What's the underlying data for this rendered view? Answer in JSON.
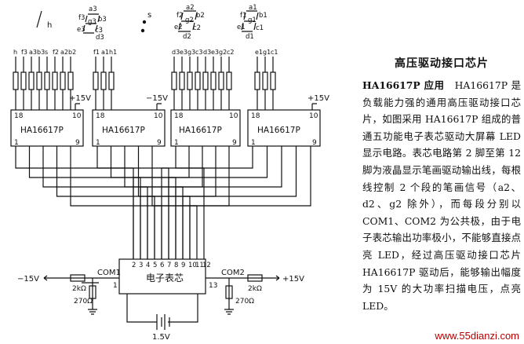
{
  "article": {
    "title": "高压驱动接口芯片",
    "lead": "HA16617P 应用",
    "body": "　HA16617P 是负载能力强的通用高压驱动接口芯片，如图采用 HA16617P 组成的普通五功能电子表芯驱动大屏幕 LED 显示电路。表芯电路第 2 脚至第 12 脚为液晶显示笔画驱动输出线，每根线控制 2 个段的笔画信号（a2、d2、g2 除外），而每段分别以 COM1、COM2 为公共极，由于电子表芯输出功率极小，不能够直接点亮 LED，经过高压驱动接口芯片 HA16617P 驱动后，能够输出幅度为 15V 的大功率扫描电压，点亮 LED。"
  },
  "display": {
    "digit_h": "h",
    "colon": "s",
    "digit3_segments": [
      "a3",
      "b3",
      "c3",
      "d3",
      "e3",
      "f3",
      "g3"
    ],
    "digit2_segments": [
      "a2",
      "b2",
      "c2",
      "d2",
      "e2",
      "f2",
      "g2"
    ],
    "digit1_segments": [
      "a1",
      "b1",
      "c1",
      "d1",
      "e1",
      "f1",
      "g1"
    ]
  },
  "chips": [
    {
      "name": "HA16617P",
      "pins_top": [
        "18",
        "10"
      ],
      "pins_bottom": [
        "1",
        "9"
      ],
      "supply": "+15V",
      "resistor_labels": [
        "h",
        "f3",
        "a3",
        "b3",
        "s",
        "f2",
        "a2",
        "b2"
      ]
    },
    {
      "name": "HA16617P",
      "pins_top": [
        "18",
        "10"
      ],
      "pins_bottom": [
        "1",
        "9"
      ],
      "supply": "−15V",
      "resistor_labels": [
        "f1",
        "a1",
        "h1"
      ]
    },
    {
      "name": "HA16617P",
      "pins_top": [
        "18",
        "10"
      ],
      "pins_bottom": [
        "1",
        "9"
      ],
      "supply": "",
      "resistor_labels": [
        "d3",
        "e3",
        "g3",
        "c3",
        "d3",
        "e3",
        "g2",
        "c2"
      ]
    },
    {
      "name": "HA16617P",
      "pins_top": [
        "18",
        "10"
      ],
      "pins_bottom": [
        "1",
        "9"
      ],
      "supply": "+15V",
      "resistor_labels": [
        "e1",
        "g1",
        "c1"
      ]
    }
  ],
  "watch_chip": {
    "label": "电子表芯",
    "pins": [
      "2",
      "3",
      "4",
      "5",
      "6",
      "7",
      "8",
      "9",
      "10",
      "11",
      "12"
    ],
    "pin_left": "1",
    "pin_right": "13"
  },
  "left_side": {
    "supply": "−15V",
    "com": "COM1",
    "r_series": "2kΩ",
    "r_shunt": "270Ω"
  },
  "right_side": {
    "supply": "+15V",
    "com": "COM2",
    "r_series": "2kΩ",
    "r_shunt": "270Ω"
  },
  "battery": "1.5V",
  "watermark": "www.55dianzi.com"
}
